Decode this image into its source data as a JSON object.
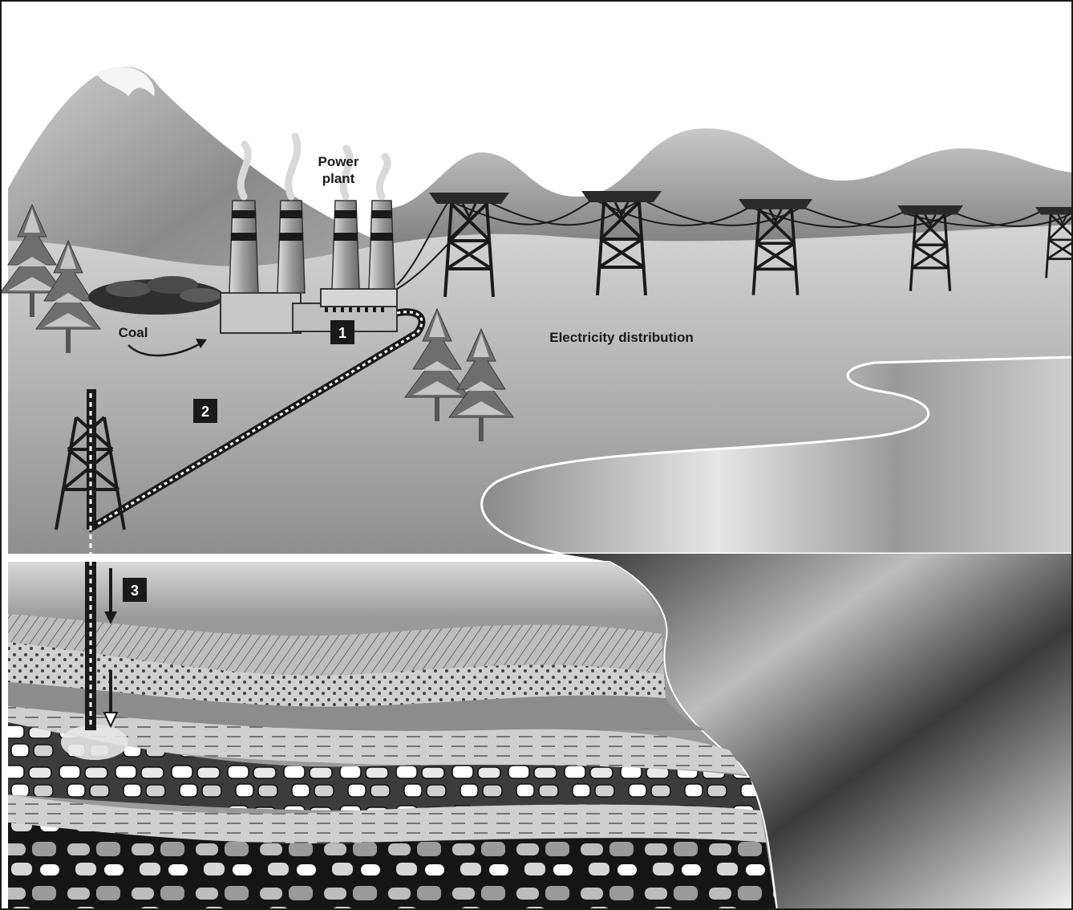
{
  "labels": {
    "power_plant_line1": "Power",
    "power_plant_line2": "plant",
    "coal": "Coal",
    "electricity": "Electricity distribution"
  },
  "steps": [
    "1",
    "2",
    "3"
  ]
}
